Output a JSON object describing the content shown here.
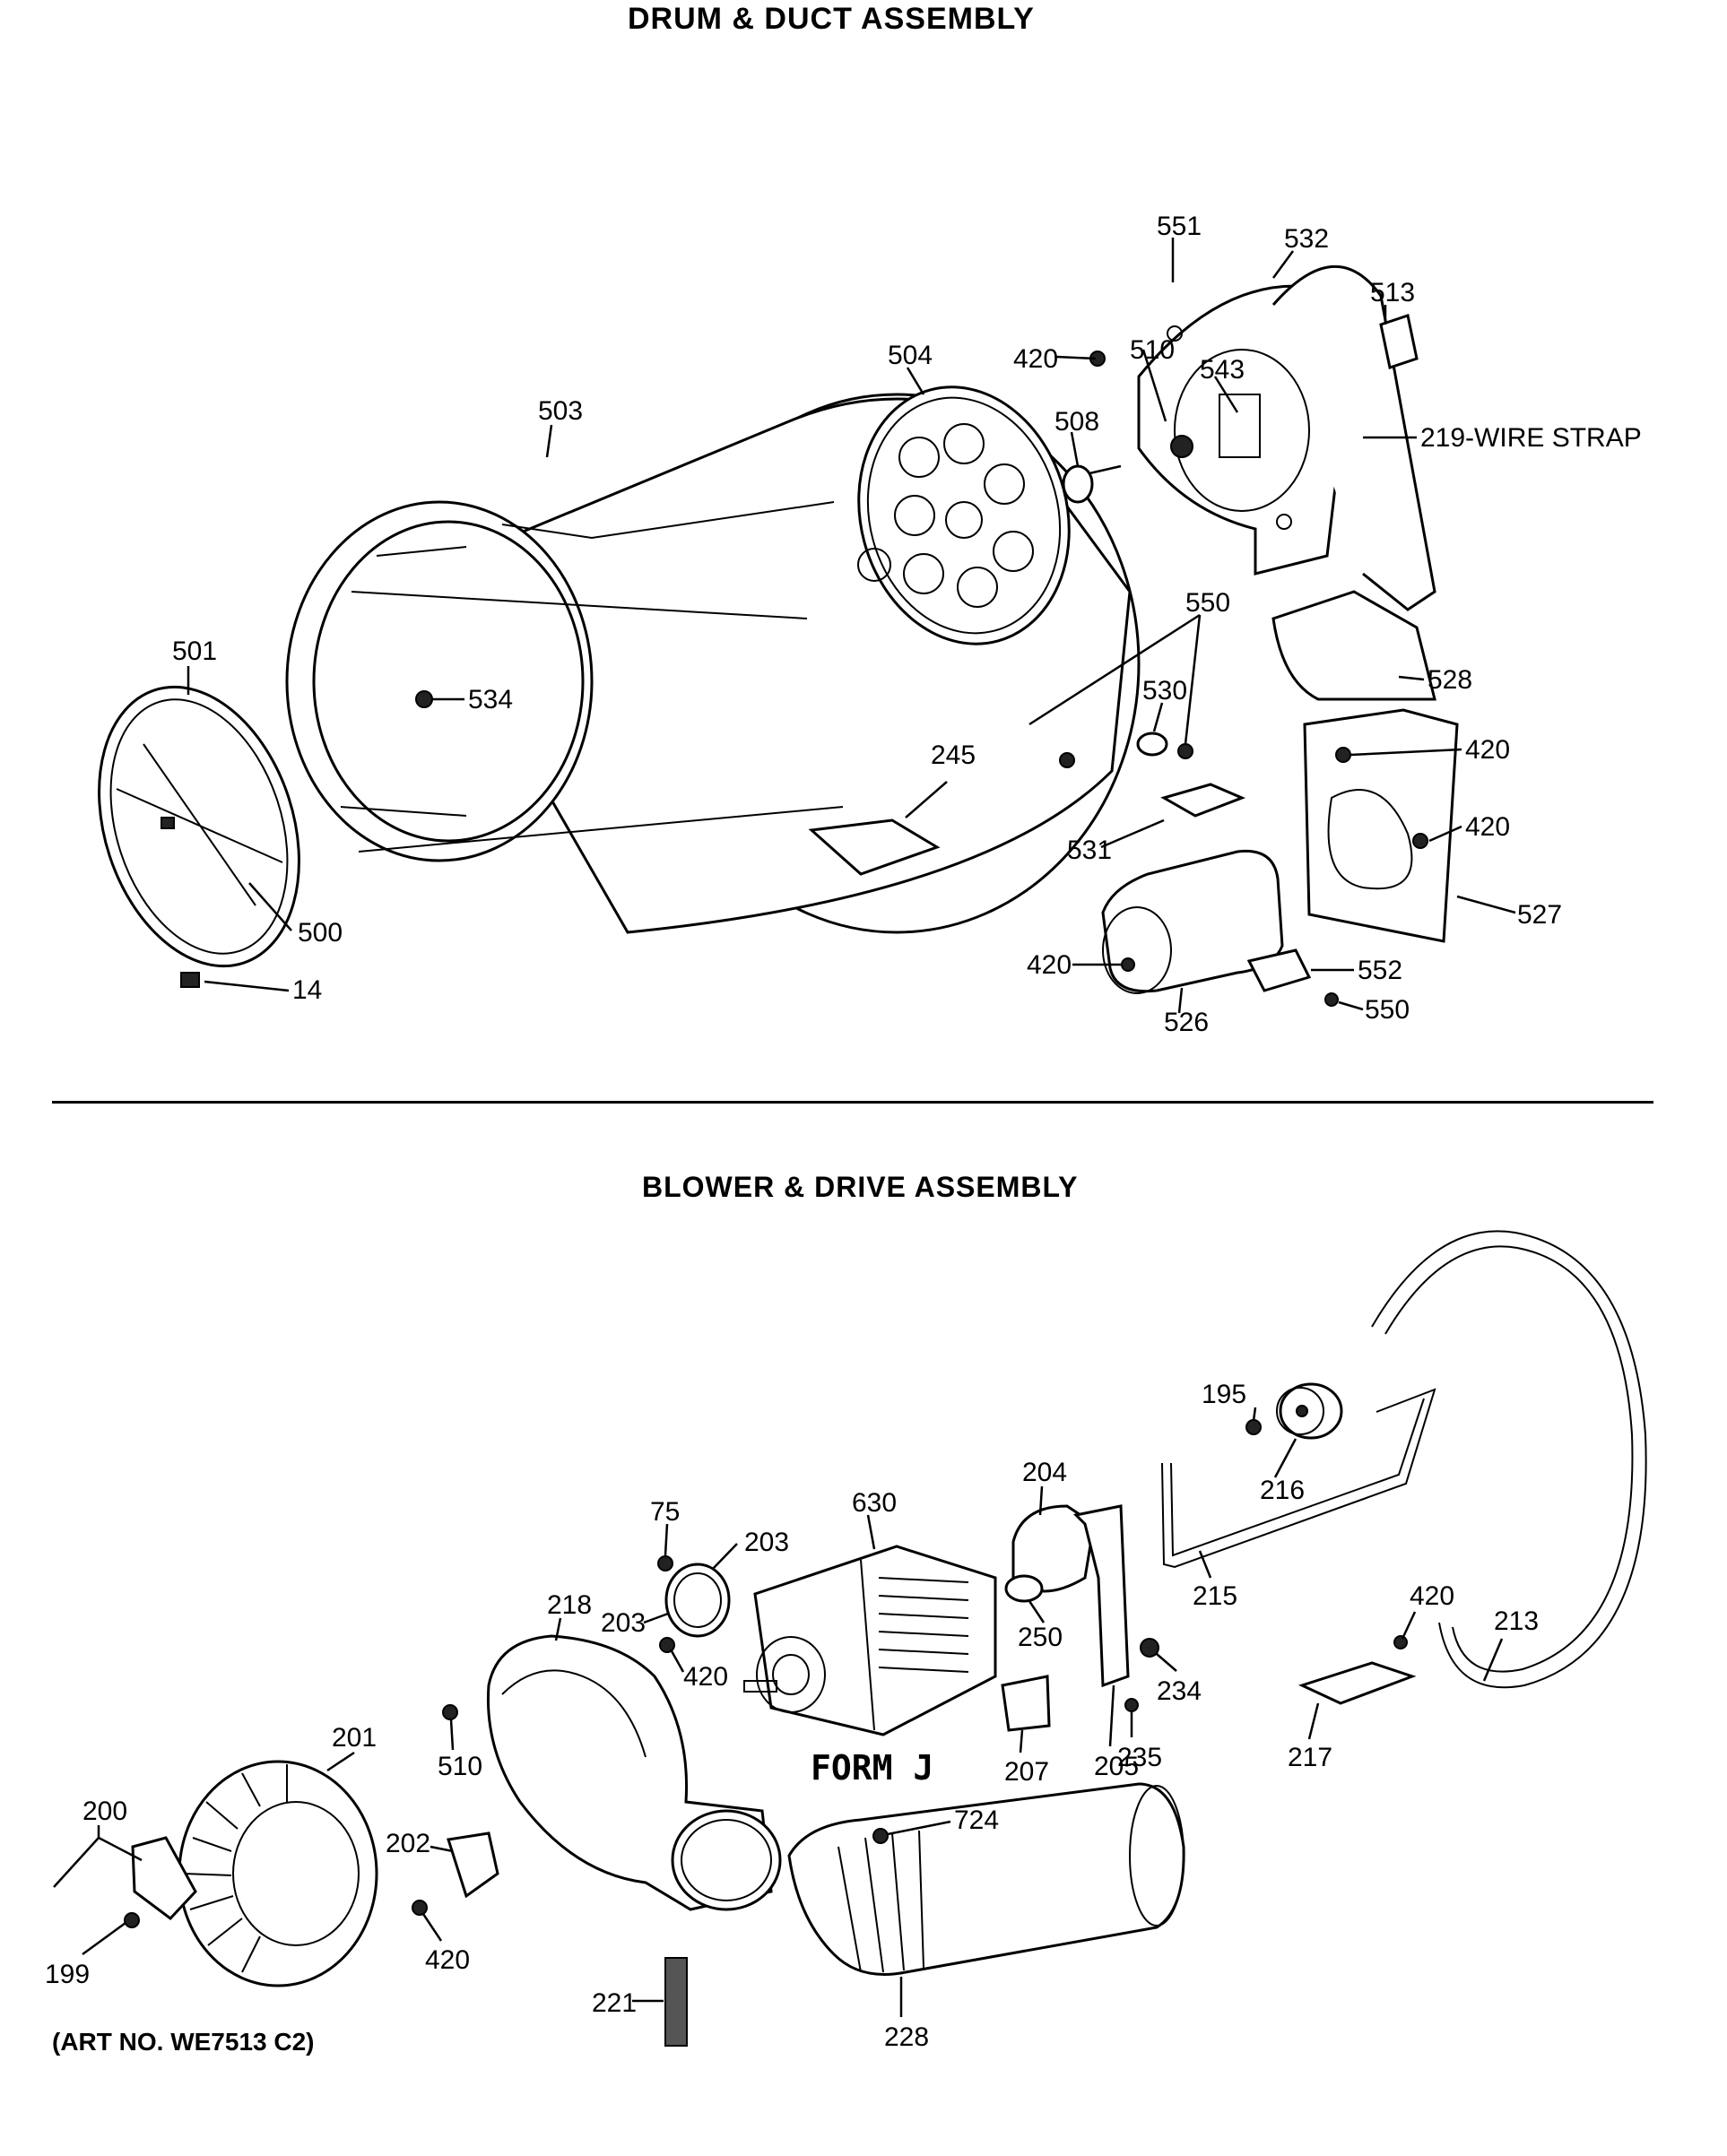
{
  "sections": {
    "drum_title": "DRUM & DUCT ASSEMBLY",
    "blower_title": "BLOWER & DRIVE ASSEMBLY",
    "art_no": "(ART NO. WE7513 C2)",
    "form_label": "FORM J"
  },
  "labels": {
    "l551": "551",
    "l532": "532",
    "l513": "513",
    "l420a": "420",
    "l510a": "510",
    "l543": "543",
    "l504": "504",
    "l508": "508",
    "l219": "219-WIRE STRAP",
    "l503": "503",
    "l550a": "550",
    "l530": "530",
    "l528": "528",
    "l501": "501",
    "l534": "534",
    "l245": "245",
    "l420b": "420",
    "l420c": "420",
    "l531": "531",
    "l527": "527",
    "l500": "500",
    "l420d": "420",
    "l552": "552",
    "l14": "14",
    "l550b": "550",
    "l526": "526",
    "l195": "195",
    "l216": "216",
    "l630": "630",
    "l204": "204",
    "l75": "75",
    "l203a": "203",
    "l218": "218",
    "l203b": "203",
    "l250": "250",
    "l215": "215",
    "l420e": "420",
    "l234": "234",
    "l420f": "420",
    "l213": "213",
    "l201": "201",
    "l510b": "510",
    "l207": "207",
    "l205": "205",
    "l235": "235",
    "l217": "217",
    "l200": "200",
    "l202": "202",
    "l724": "724",
    "l199": "199",
    "l420g": "420",
    "l221": "221",
    "l228": "228"
  }
}
